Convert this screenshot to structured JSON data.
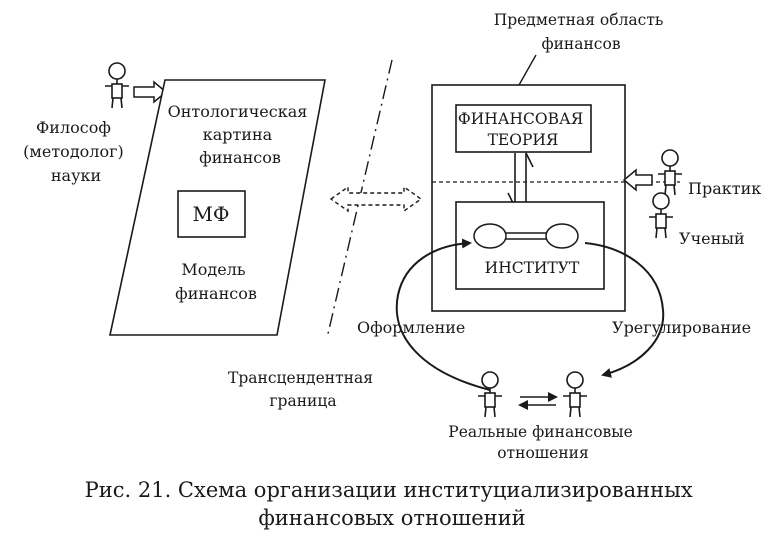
{
  "labels": {
    "domain": [
      "Предметная область",
      "финансов"
    ],
    "philosopher": [
      "Философ",
      "(методолог)",
      "науки"
    ],
    "ontological": [
      "Онтологическая",
      "картина",
      "финансов"
    ],
    "mf": "МФ",
    "model": [
      "Модель",
      "финансов"
    ],
    "theory": [
      "ФИНАНСОВАЯ",
      "ТЕОРИЯ"
    ],
    "practitioner": "Практик",
    "scientist": "Ученый",
    "institute": "ИНСТИТУТ",
    "formalization": "Оформление",
    "regulation": "Урегулирование",
    "transcendent": [
      "Трансцендентная",
      "граница"
    ],
    "real_relations": [
      "Реальные финансовые",
      "отношения"
    ]
  },
  "caption": [
    "Рис. 21. Схема организации институциализированных",
    "финансовых отношений"
  ]
}
